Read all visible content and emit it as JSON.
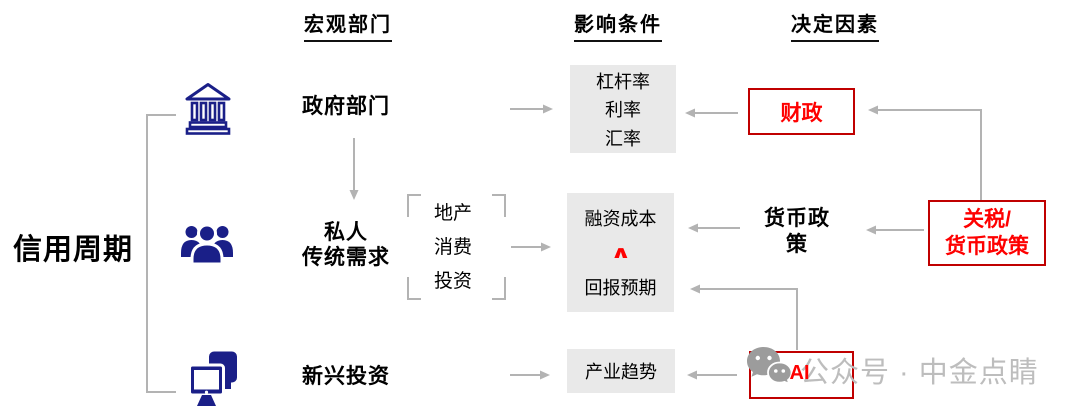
{
  "headers": {
    "macro": "宏观部门",
    "impact": "影响条件",
    "determinant": "决定因素"
  },
  "left_label": "信用周期",
  "sectors": {
    "government": "政府部门",
    "private_line1": "私人",
    "private_line2": "传统需求",
    "emerging": "新兴投资"
  },
  "sub_items": {
    "property": "地产",
    "consumption": "消费",
    "investment": "投资"
  },
  "condition_boxes": {
    "rates": {
      "line1": "杠杆率",
      "line2": "利率",
      "line3": "汇率"
    },
    "funding": {
      "line1": "融资成本",
      "comparator": "∧",
      "line2": "回报预期"
    },
    "industry": {
      "label": "产业趋势"
    }
  },
  "factors": {
    "fiscal": "财政",
    "monetary_line1": "货币政",
    "monetary_line2": "策",
    "tariff_line1": "关税/",
    "tariff_line2": "货币政策",
    "ai": "AI"
  },
  "watermark": {
    "label": "公众号 · 中金点睛",
    "icon": "wechat-icon"
  },
  "icons": {
    "government": "bank-icon",
    "private": "people-icon",
    "emerging": "monitor-icon"
  },
  "colors": {
    "navy": "#1a1f88",
    "red_border": "#c00000",
    "red_text": "#fe0000",
    "box_bg": "#e9e9e9",
    "line_gray": "#b3b3b3",
    "watermark_gray": "#bdbdbd"
  }
}
